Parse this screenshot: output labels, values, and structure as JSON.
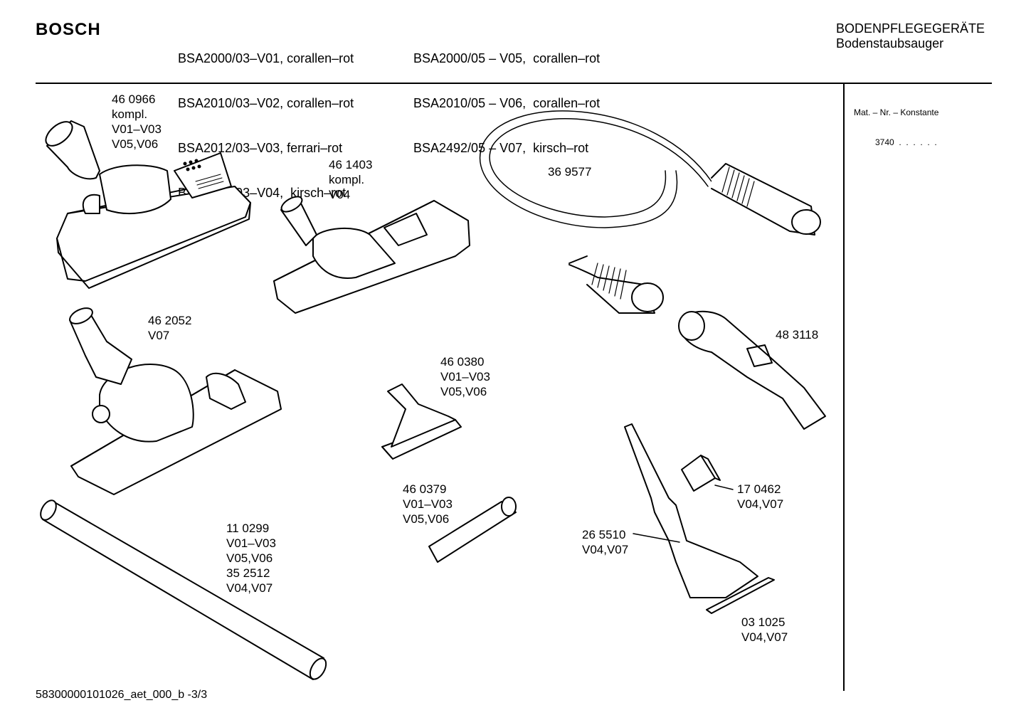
{
  "header": {
    "brand": "BOSCH",
    "models_col1": [
      "BSA2000/03–V01, corallen–rot",
      "BSA2010/03–V02, corallen–rot",
      "BSA2012/03–V03, ferrari–rot",
      "BSA2492/03–V04,  kirsch–rot"
    ],
    "models_col2": [
      "BSA2000/05 – V05,  corallen–rot",
      "BSA2010/05 – V06,  corallen–rot",
      "BSA2492/05 – V07,  kirsch–rot"
    ],
    "category": "BODENPFLEGEGERÄTE",
    "subcategory": "Bodenstaubsauger"
  },
  "sidebar": {
    "mat_label": "Mat. – Nr. – Konstante",
    "mat_value": "3740  .  .  .  .  .  ."
  },
  "parts": {
    "p460966": "46 0966\nkompl.\nV01–V03\nV05,V06",
    "p461403": "46 1403\nkompl.\nV04",
    "p369577": "36 9577",
    "p462052": "46 2052\nV07",
    "p483118": "48 3118",
    "p460380": "46 0380\nV01–V03\nV05,V06",
    "p460379": "46 0379\nV01–V03\nV05,V06",
    "p170462": "17 0462\nV04,V07",
    "p110299": "11 0299\nV01–V03\nV05,V06\n35 2512\nV04,V07",
    "p265510": "26 5510\nV04,V07",
    "p031025": "03 1025\nV04,V07"
  },
  "footer": {
    "doc_id": "58300000101026_aet_000_b -3/3"
  }
}
